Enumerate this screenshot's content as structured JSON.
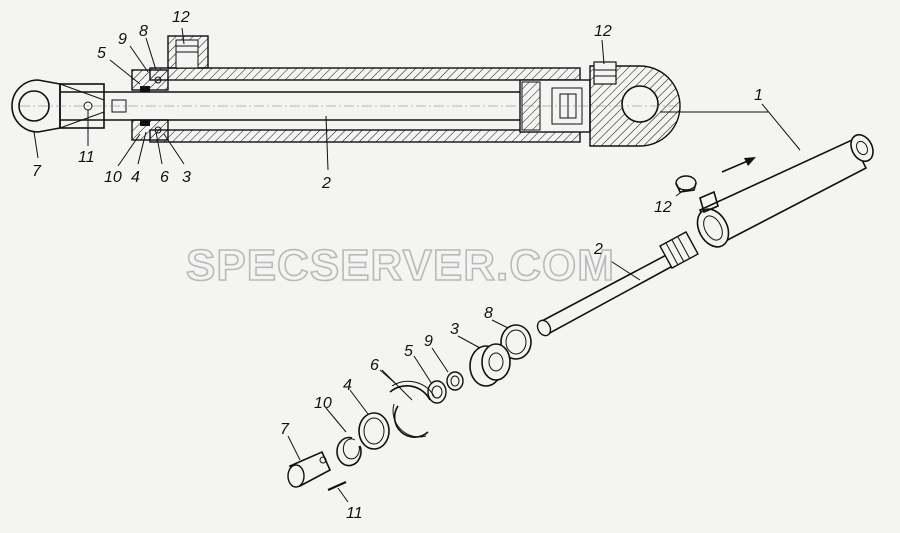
{
  "watermark": "SPECSERVER.COM",
  "labels": {
    "top_12_left": "12",
    "top_12_right": "12",
    "top_9": "9",
    "top_8": "8",
    "top_5": "5",
    "top_7": "7",
    "top_11": "11",
    "top_10": "10",
    "top_4": "4",
    "top_6": "6",
    "top_3": "3",
    "top_2": "2",
    "top_1": "1",
    "ex_12": "12",
    "ex_2": "2",
    "ex_8": "8",
    "ex_3": "3",
    "ex_9": "9",
    "ex_5": "5",
    "ex_6": "6",
    "ex_4": "4",
    "ex_10": "10",
    "ex_7": "7",
    "ex_11": "11"
  }
}
